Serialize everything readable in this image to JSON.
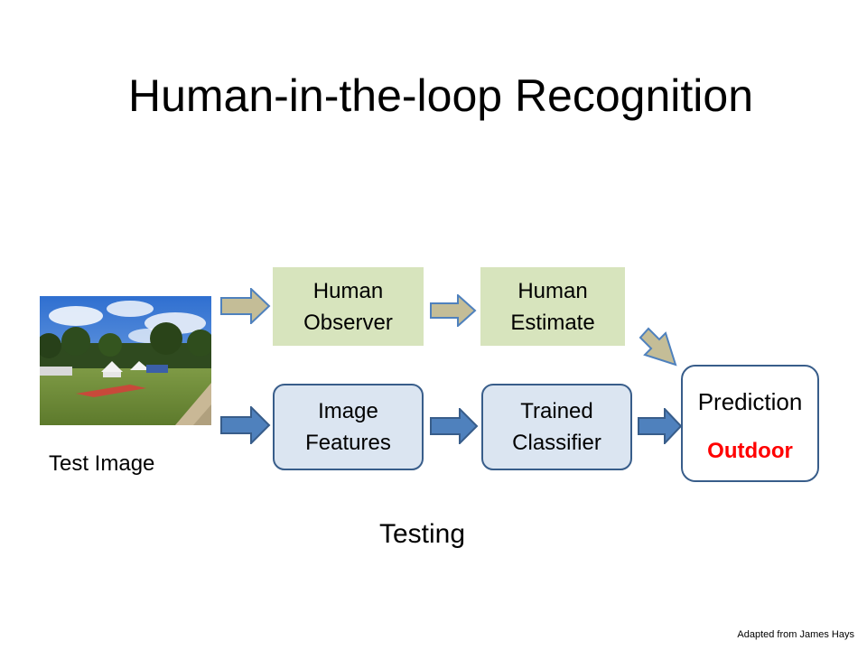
{
  "title": "Human-in-the-loop Recognition",
  "test_image_caption": "Test Image",
  "boxes": {
    "human_observer": [
      "Human",
      "Observer"
    ],
    "human_estimate": [
      "Human",
      "Estimate"
    ],
    "image_features": [
      "Image",
      "Features"
    ],
    "trained_classifier": [
      "Trained",
      "Classifier"
    ],
    "prediction": {
      "label": "Prediction",
      "value": "Outdoor"
    }
  },
  "phase_label": "Testing",
  "credit": "Adapted from James Hays",
  "colors": {
    "human_box_fill": "#d7e4bd",
    "human_arrow_fill": "#c4bd97",
    "machine_box_fill": "#dbe5f1",
    "machine_border": "#385d8a",
    "machine_arrow_fill": "#4f81bd",
    "prediction_value": "#ff0000"
  },
  "icons": [
    "human-arrow-icon",
    "machine-arrow-icon"
  ]
}
